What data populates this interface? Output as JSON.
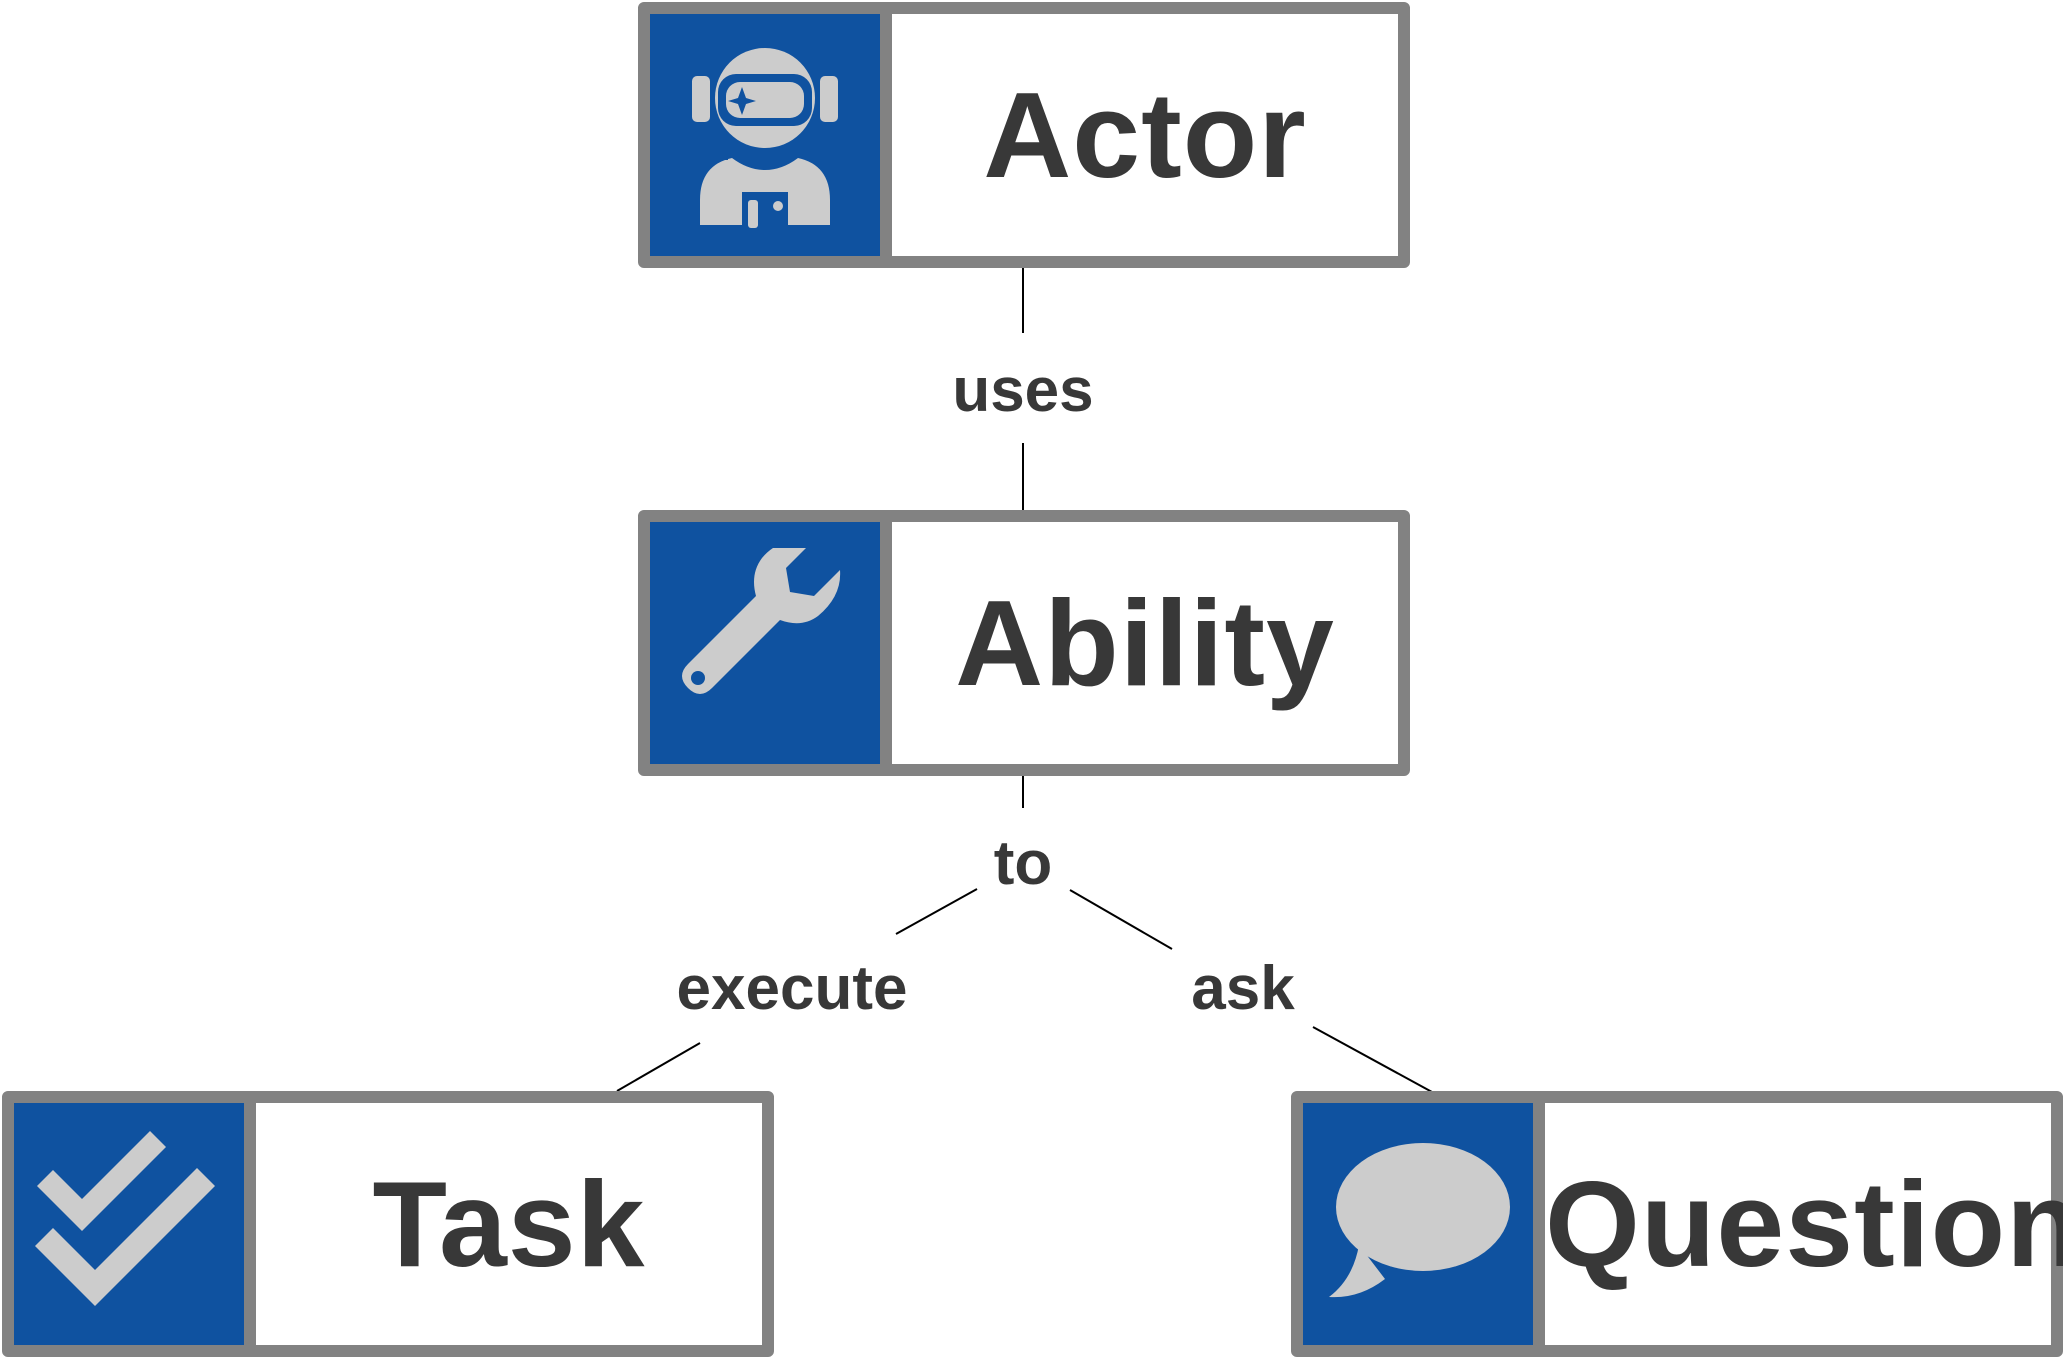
{
  "nodes": {
    "actor": {
      "label": "Actor",
      "icon": "astronaut-icon"
    },
    "ability": {
      "label": "Ability",
      "icon": "wrench-icon"
    },
    "task": {
      "label": "Task",
      "icon": "double-check-icon"
    },
    "question": {
      "label": "Question",
      "icon": "speech-bubble-icon"
    }
  },
  "edges": {
    "actor_ability": "uses",
    "ability_to": "to",
    "to_task": "execute",
    "to_question": "ask"
  },
  "colors": {
    "icon_background": "#0f52a0",
    "icon_glyph": "#cccccc",
    "border": "#828282",
    "text": "#383838"
  }
}
